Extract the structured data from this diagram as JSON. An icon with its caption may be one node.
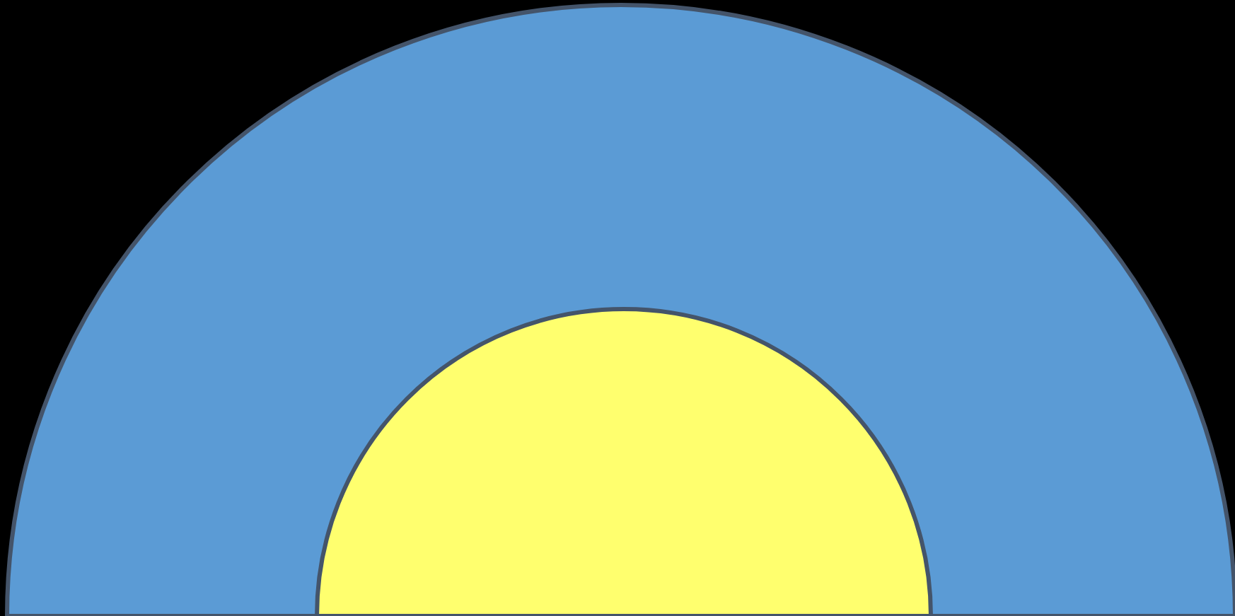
{
  "diagram": {
    "nodes": [
      {
        "text": [],
        "shape": "semicircle"
      },
      {
        "text": [],
        "shape": "semicircle",
        "in": 0
      }
    ]
  }
}
